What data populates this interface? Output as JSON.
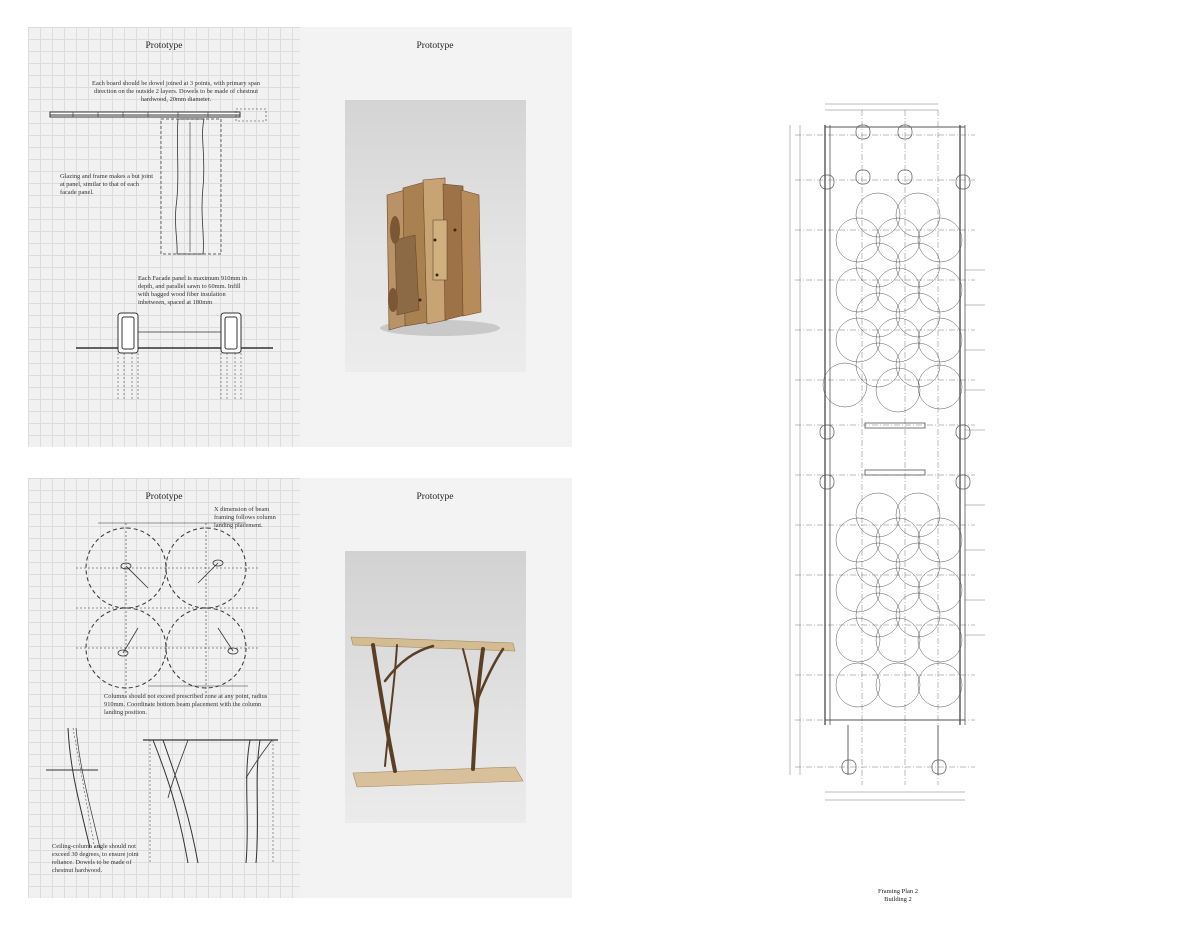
{
  "panels": {
    "top_left": {
      "title": "Prototype",
      "note_dowel": "Each board should be dowel joined at 3 points, with primary span direction on the outside 2 layers. Dowels to be made of chestnut hardwood, 20mm diameter.",
      "note_glazing": "Glazing and frame makes a but joint at panel, similar to that of each facade panel.",
      "note_panel": "Each Facade panel is maximum 910mm in depth, and parallel sawn to 60mm. Infill with bagged wood fiber insulation inbetween, spaced at 180mm"
    },
    "top_right": {
      "title": "Prototype"
    },
    "bottom_left": {
      "title": "Prototype",
      "note_beam": "X dimension of beam framing follows column landing placement.",
      "note_column": "Columns should not exceed prescribed zone at any point, radius 910mm. Coordinate bottom beam placement with the column landing position.",
      "note_angle": "Ceiling-column angle should not exceed 30 degrees, to ensure joint reliance. Dowels to be made of chestnut hardwood."
    },
    "bottom_right": {
      "title": "Prototype"
    }
  },
  "plan": {
    "caption_line1": "Framing Plan 2",
    "caption_line2": "Building 2"
  },
  "colors": {
    "sheet": "#f1f1f1",
    "grid": "#dcdcdc",
    "ink": "#333333",
    "wood": "#b08a5c"
  }
}
